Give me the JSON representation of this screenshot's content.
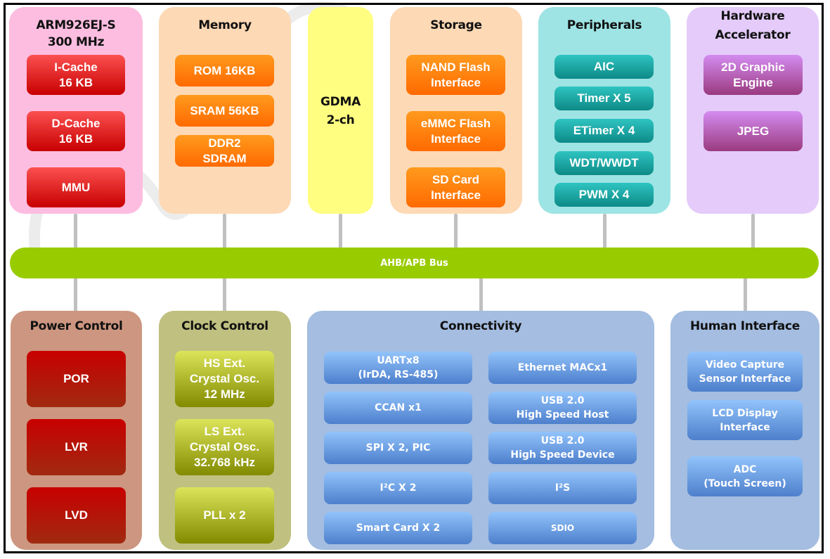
{
  "title": "System Block Diagram",
  "colors": {
    "bus": "#99cc00",
    "connector": "#c0c0c0",
    "frame": "#000000"
  },
  "bus": {
    "label": "AHB/APB Bus"
  },
  "top_groups": {
    "cpu": {
      "title": "ARM926EJ-S\n300 MHz",
      "background": "#fcbde0",
      "blocks": [
        "I-Cache\n16 KB",
        "D-Cache\n16 KB",
        "MMU"
      ]
    },
    "memory": {
      "title": "Memory",
      "background": "#fdd9b5",
      "blocks": [
        "ROM 16KB",
        "SRAM 56KB",
        "DDR2\nSDRAM"
      ]
    },
    "gdma": {
      "title": "GDMA\n2-ch",
      "background": "#fffe80"
    },
    "storage": {
      "title": "Storage",
      "background": "#fdd9b5",
      "blocks": [
        "NAND Flash\nInterface",
        "eMMC Flash\nInterface",
        "SD Card\nInterface"
      ]
    },
    "peripherals": {
      "title": "Peripherals",
      "background": "#9ee4e4",
      "blocks": [
        "AIC",
        "Timer X 5",
        "ETimer X 4",
        "WDT/WWDT",
        "PWM X 4"
      ]
    },
    "accelerator": {
      "title": "Hardware\nAccelerator",
      "background": "#e4cbfa",
      "blocks": [
        "2D Graphic\nEngine",
        "JPEG"
      ]
    }
  },
  "bottom_groups": {
    "power": {
      "title": "Power Control",
      "background": "#cd9680",
      "blocks": [
        "POR",
        "LVR",
        "LVD"
      ]
    },
    "clock": {
      "title": "Clock Control",
      "background": "#c0c080",
      "blocks": [
        "HS Ext.\nCrystal Osc.\n12 MHz",
        "LS Ext.\nCrystal Osc.\n32.768 kHz",
        "PLL x 2"
      ]
    },
    "connectivity": {
      "title": "Connectivity",
      "background": "#a4bde0",
      "blocks_left": [
        "UARTx8\n(IrDA, RS-485)",
        "CCAN x1",
        "SPI X 2, PIC",
        "I²C X 2",
        "Smart Card X 2"
      ],
      "blocks_right": [
        "Ethernet MACx1",
        "USB 2.0\nHigh Speed Host",
        "USB 2.0\nHigh Speed Device",
        "I²S",
        "SDIO"
      ]
    },
    "human": {
      "title": "Human Interface",
      "background": "#a4bde0",
      "blocks": [
        "Video Capture\nSensor Interface",
        "LCD Display\nInterface",
        "ADC\n(Touch Screen)"
      ]
    }
  }
}
